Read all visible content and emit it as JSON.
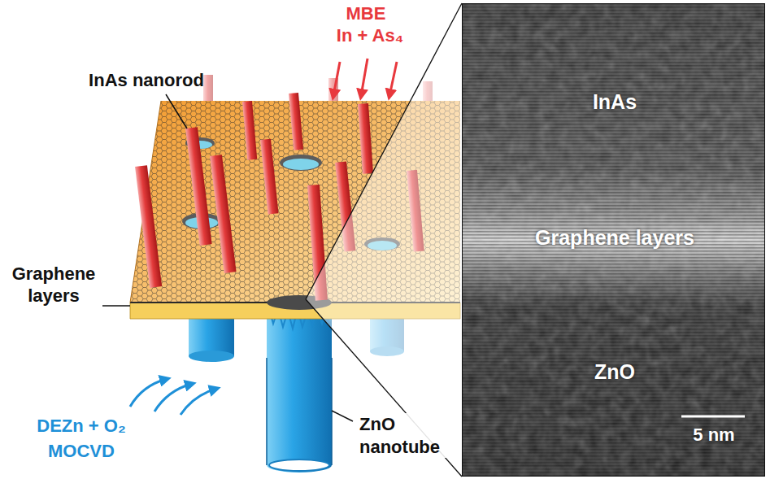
{
  "diagram": {
    "nodes": [
      {
        "text": [
          "InAs",
          "Graphene layers",
          "ZnO",
          "5 nm"
        ]
      }
    ],
    "labels": [
      "MBE",
      "In + As₄",
      "InAs nanorod",
      "Graphene layers",
      "DEZn + O₂",
      "MOCVD",
      "ZnO nanotube"
    ]
  }
}
